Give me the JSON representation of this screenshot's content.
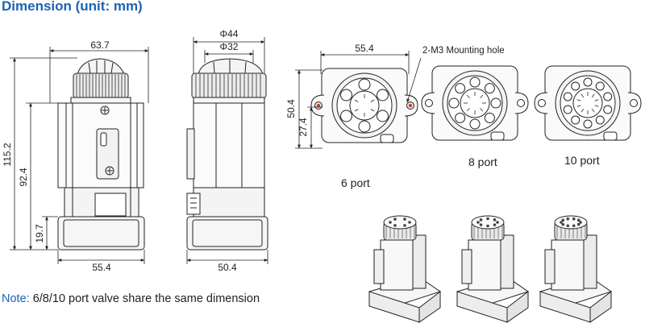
{
  "heading": "Dimension (unit: mm)",
  "note": {
    "label": "Note:",
    "text": "6/8/10 port valve share the same dimension"
  },
  "front_view": {
    "top_width": "63.7",
    "total_height": "115.2",
    "body_height": "92.4",
    "base_height": "19.7",
    "bottom_width": "55.4"
  },
  "side_view": {
    "outer_diameter": "Φ44",
    "inner_diameter": "Φ32",
    "bottom_width": "50.4"
  },
  "top_view": {
    "width": "55.4",
    "height": "50.4",
    "half_height": "27.4",
    "mounting_hole": "2-M3 Mounting hole"
  },
  "ports": [
    {
      "label": "6 port",
      "count": 6
    },
    {
      "label": "8 port",
      "count": 8
    },
    {
      "label": "10 port",
      "count": 10
    }
  ]
}
